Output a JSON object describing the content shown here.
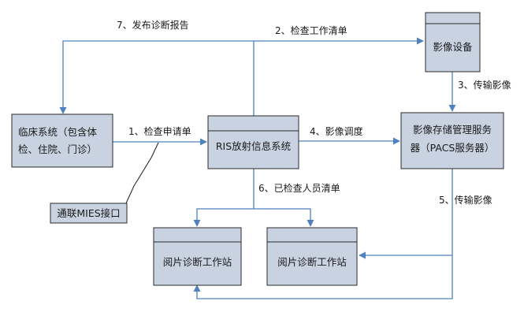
{
  "nodes": {
    "clinical": {
      "lines": [
        "临床系统（包含体",
        "检、住院、门诊）"
      ]
    },
    "ris": {
      "lines": [
        "RIS放射信息系统"
      ]
    },
    "pacs": {
      "lines": [
        "影像存储管理服务",
        "器（PACS服务器）"
      ]
    },
    "imaging": {
      "lines": [
        "影像设备"
      ]
    },
    "mies": {
      "lines": [
        "通联MIES接口"
      ]
    },
    "workstation_left": {
      "lines": [
        "阅片诊断工作站"
      ]
    },
    "workstation_right": {
      "lines": [
        "阅片诊断工作站"
      ]
    }
  },
  "edges": {
    "e1": "1、检查申请单",
    "e2": "2、检查工作清单",
    "e3": "3、传输影像",
    "e4": "4、影像调度",
    "e5": "5、传输影像",
    "e6": "6、已检查人员清单",
    "e7": "7、发布诊断报告"
  },
  "colors": {
    "box_fill": "#c8d2e0",
    "box_border": "#2b2b2b",
    "arrow": "#4f81bd",
    "text": "#1a1a1a"
  }
}
